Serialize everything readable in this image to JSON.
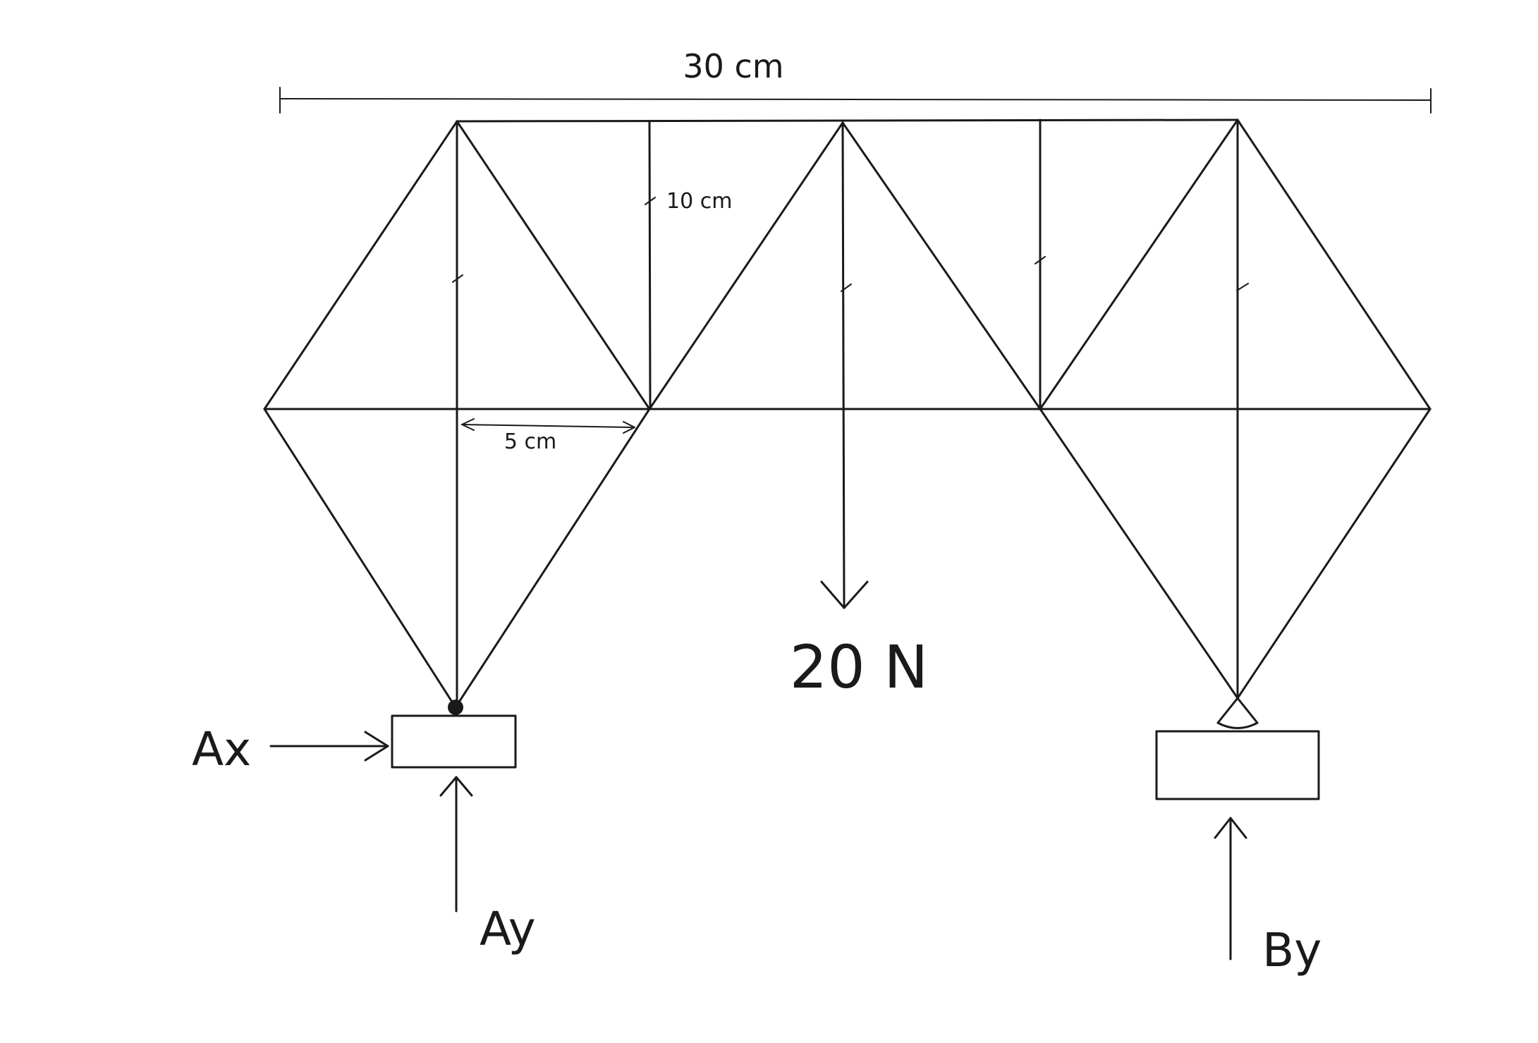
{
  "diagram": {
    "dimension_total": "30 cm",
    "dimension_member": "10 cm",
    "dimension_half_panel": "5 cm",
    "load": "20 N",
    "reaction_ax": "Ax",
    "reaction_ay": "Ay",
    "reaction_by": "By"
  },
  "colors": {
    "ink": "#1a1a1a",
    "background": "#ffffff"
  }
}
